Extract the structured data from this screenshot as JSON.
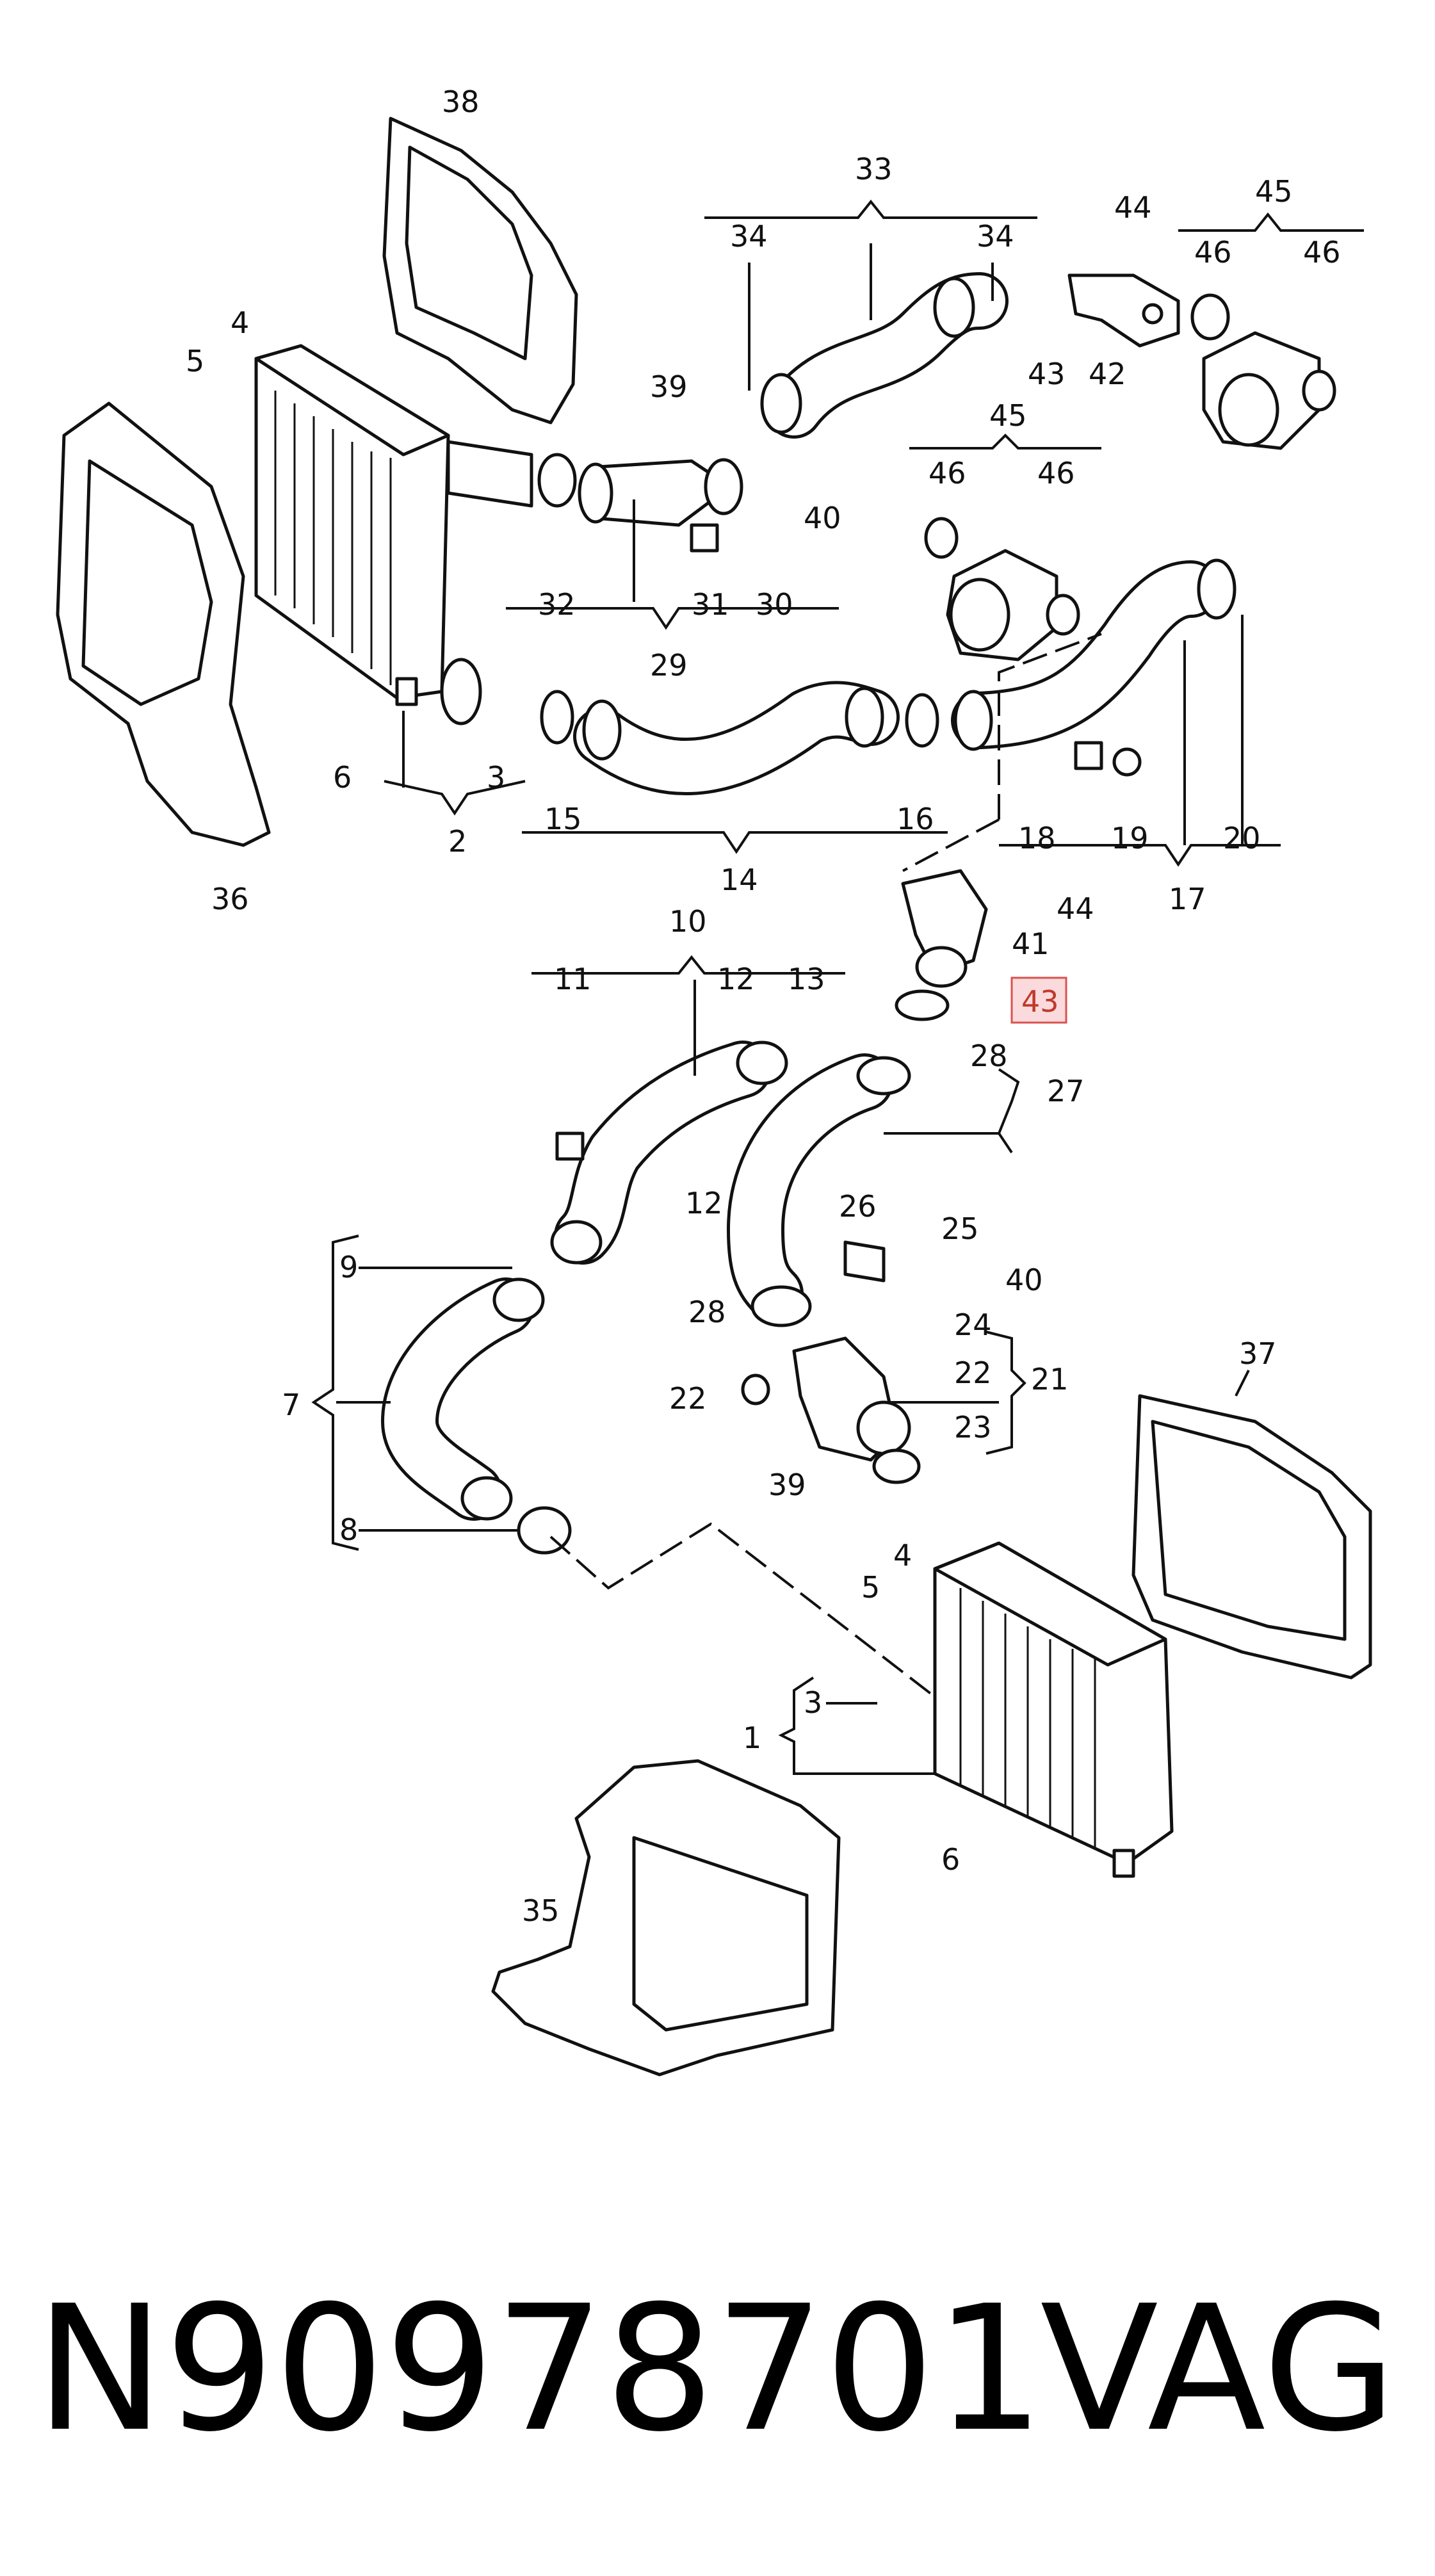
{
  "footer": {
    "part_number": "N90978701",
    "brand": "VAG"
  },
  "highlight_color": "#fadadd",
  "highlighted_callout": "43",
  "callouts": {
    "c38": "38",
    "c33": "33",
    "c34a": "34",
    "c34b": "34",
    "c44a": "44",
    "c45a": "45",
    "c46a": "46",
    "c46b": "46",
    "c5a": "5",
    "c4a": "4",
    "c39a": "39",
    "c43a": "43",
    "c42": "42",
    "c40a": "40",
    "c45b": "45",
    "c46c": "46",
    "c46d": "46",
    "c32": "32",
    "c31": "31",
    "c30": "30",
    "c29": "29",
    "c6a": "6",
    "c3a": "3",
    "c15": "15",
    "c16": "16",
    "c18": "18",
    "c19": "19",
    "c20": "20",
    "c2": "2",
    "c14": "14",
    "c17": "17",
    "c36": "36",
    "c44b": "44",
    "c41": "41",
    "c10": "10",
    "c11": "11",
    "c12a": "12",
    "c13": "13",
    "c43b": "43",
    "c28a": "28",
    "c27": "27",
    "c12b": "12",
    "c26": "26",
    "c25": "25",
    "c9": "9",
    "c40b": "40",
    "c28b": "28",
    "c24": "24",
    "c22a": "22",
    "c21": "21",
    "c7": "7",
    "c22b": "22",
    "c23": "23",
    "c39b": "39",
    "c37": "37",
    "c8": "8",
    "c4b": "4",
    "c5b": "5",
    "c3b": "3",
    "c1": "1",
    "c6b": "6",
    "c35": "35"
  }
}
